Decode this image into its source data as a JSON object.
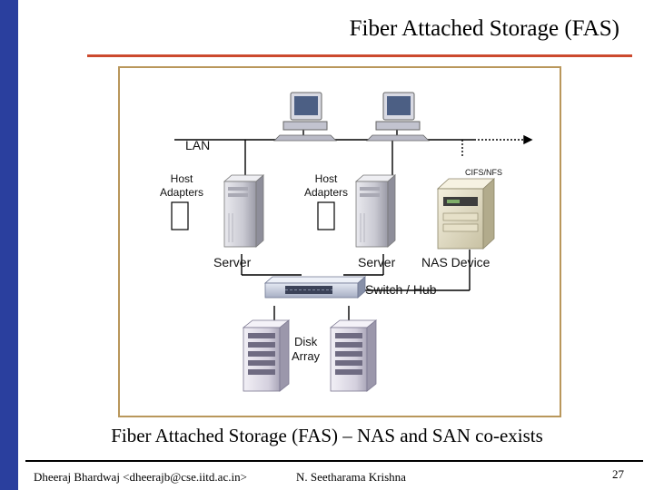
{
  "slide": {
    "title": "Fiber Attached Storage (FAS)",
    "caption": "Fiber Attached Storage (FAS) – NAS and SAN co-exists",
    "footer_left": "Dheeraj Bhardwaj <dheerajb@cse.iitd.ac.in>",
    "footer_center": "N. Seetharama Krishna",
    "page_number": "27"
  },
  "diagram": {
    "lan_label": "LAN",
    "protocol_label": "CIFS/NFS",
    "host_adapters_1": [
      "Host",
      "Adapters"
    ],
    "host_adapters_2": [
      "Host",
      "Adapters"
    ],
    "server_1": "Server",
    "server_2": "Server",
    "nas_device": "NAS Device",
    "switch_hub": "Switch / Hub",
    "disk_array": [
      "Disk",
      "Array"
    ]
  },
  "colors": {
    "accent_bar": "#2a3f9e",
    "title_rule": "#cc4a2e",
    "figure_border": "#b9975b"
  }
}
